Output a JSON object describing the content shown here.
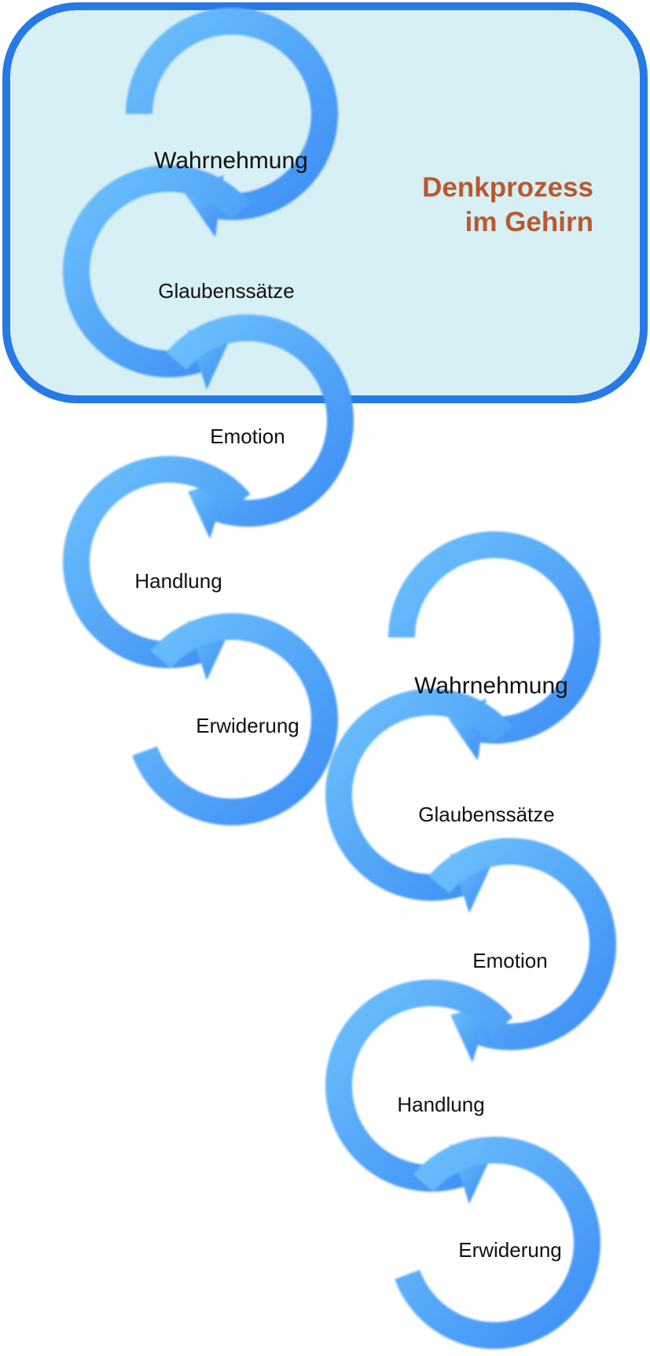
{
  "region": {
    "title_line1": "Denkprozess",
    "title_line2": "im Gehirn",
    "title_color": "#b9592e",
    "fill_color": "#d6f0f5",
    "border_color": "#2779e6"
  },
  "arrow_colors": {
    "light": "#6cc0fb",
    "dark": "#3d8ef5"
  },
  "cycle_1": {
    "steps": [
      {
        "label": "Wahrnehmung"
      },
      {
        "label": "Glaubenssätze"
      },
      {
        "label": "Emotion"
      },
      {
        "label": "Handlung"
      },
      {
        "label": "Erwiderung"
      }
    ]
  },
  "cycle_2": {
    "steps": [
      {
        "label": "Wahrnehmung"
      },
      {
        "label": "Glaubenssätze"
      },
      {
        "label": "Emotion"
      },
      {
        "label": "Handlung"
      },
      {
        "label": "Erwiderung"
      }
    ]
  }
}
